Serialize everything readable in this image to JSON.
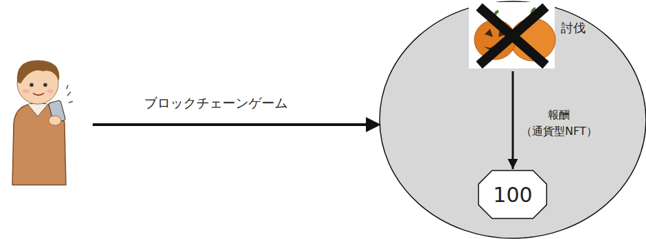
{
  "diagram": {
    "nodes": [
      {
        "text": [
          "討伐"
        ]
      },
      {
        "text": [
          "100"
        ]
      }
    ],
    "edges": [
      {
        "from": 0,
        "to": 1,
        "arrow": "to",
        "label": "報酬 （通貨型NFT）"
      }
    ],
    "labels": [
      "ブロックチェーンゲーム"
    ]
  }
}
